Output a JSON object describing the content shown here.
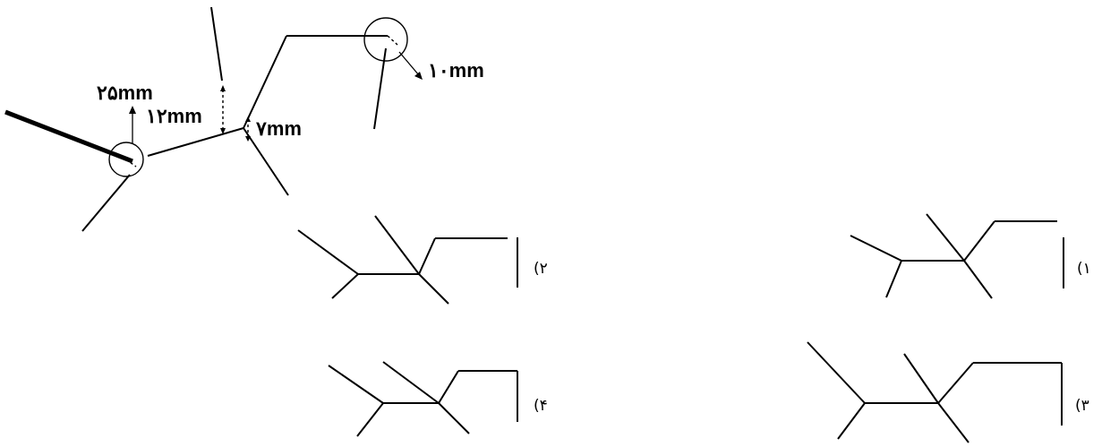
{
  "colors": {
    "ink": "#000000",
    "background": "#ffffff"
  },
  "measurements": {
    "top_gap": "۲۵mm",
    "middle_gap": "۱۲mm",
    "small_gap": "۷mm",
    "radius": "۱۰mm"
  },
  "options": [
    {
      "label": "(۱"
    },
    {
      "label": "(۲"
    },
    {
      "label": "(۳"
    },
    {
      "label": "(۴"
    }
  ]
}
